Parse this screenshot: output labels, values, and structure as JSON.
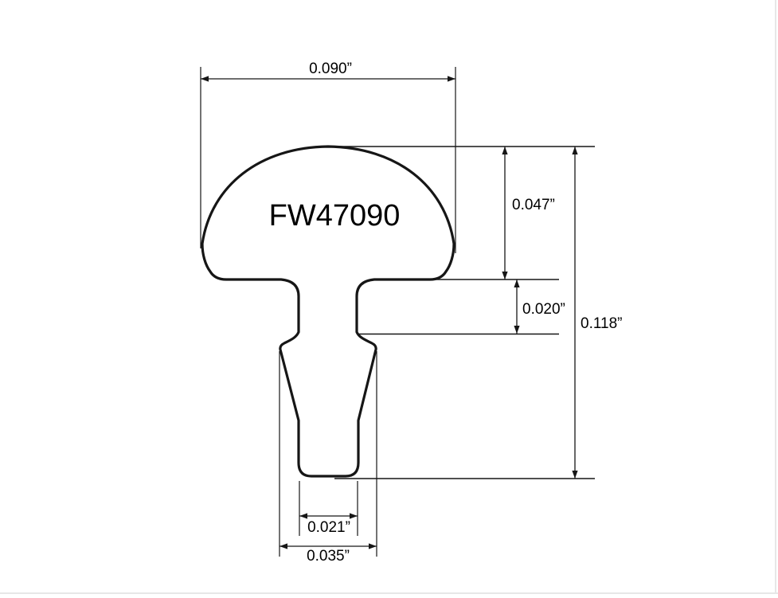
{
  "part": {
    "label": "FW47090"
  },
  "dimensions": {
    "crown_width": "0.090”",
    "crown_height": "0.047”",
    "crown_to_barb": "0.020”",
    "overall_height": "0.118”",
    "tang_tip_width": "0.021”",
    "barb_width": "0.035”"
  },
  "colors": {
    "line": "#161616",
    "text": "#000000",
    "background": "#ffffff",
    "frame_border": "#e7e7e7"
  }
}
